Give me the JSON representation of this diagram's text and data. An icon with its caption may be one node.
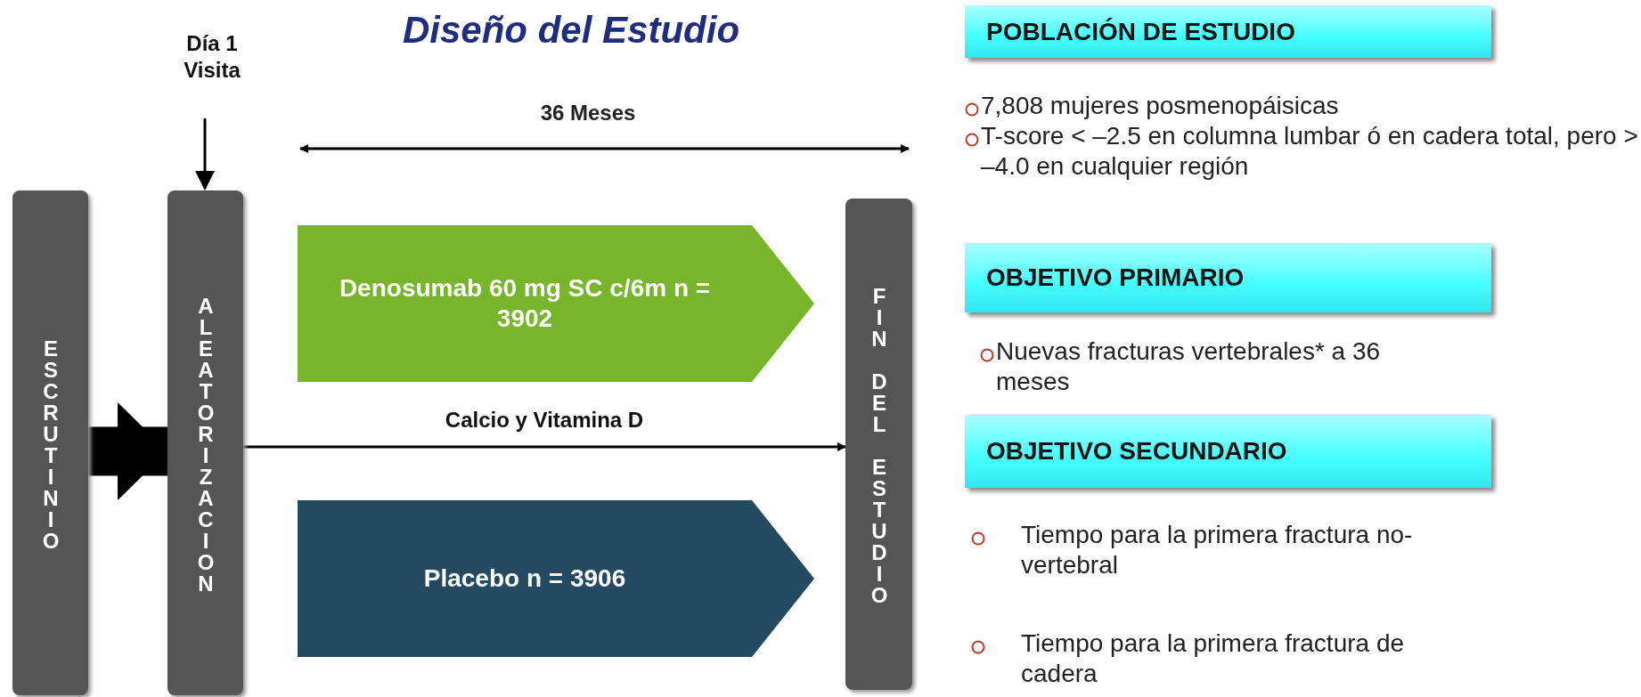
{
  "diagram": {
    "title": "Diseño del Estudio",
    "nodes": [
      {
        "text": [
          "ESCRUTINIO"
        ]
      },
      {
        "text": [
          "ALEATORIZACION"
        ]
      },
      {
        "text": [
          "Denosumab 60 mg SC c/6m n = 3902"
        ]
      },
      {
        "text": [
          "Placebo n = 3906"
        ]
      },
      {
        "text": [
          "FIN DEL ESTUDIO"
        ]
      },
      {
        "text": [
          "Día 1 Visita"
        ]
      },
      {
        "text": [
          "POBLACIÓN DE ESTUDIO"
        ]
      },
      {
        "text": [
          "OBJETIVO PRIMARIO"
        ]
      },
      {
        "text": [
          "OBJETIVO SECUNDARIO"
        ]
      }
    ],
    "edges": [
      {
        "from": 0,
        "to": 1,
        "arrow": "to",
        "style": "thick"
      },
      {
        "from": 5,
        "to": 1,
        "arrow": "to"
      },
      {
        "from": 1,
        "to": 4,
        "arrow": "to",
        "label": "Calcio y Vitamina D"
      }
    ],
    "labels": [
      "36 Meses",
      "7,808 mujeres posmenopáisicas",
      "T-score < –2.5 en columna lumbar ó en cadera total, pero > –4.0 en cualquier región",
      "Nuevas fracturas vertebrales* a 36 meses",
      "Tiempo para la primera fractura no-vertebral",
      "Tiempo para la primera fractura de cadera"
    ]
  }
}
